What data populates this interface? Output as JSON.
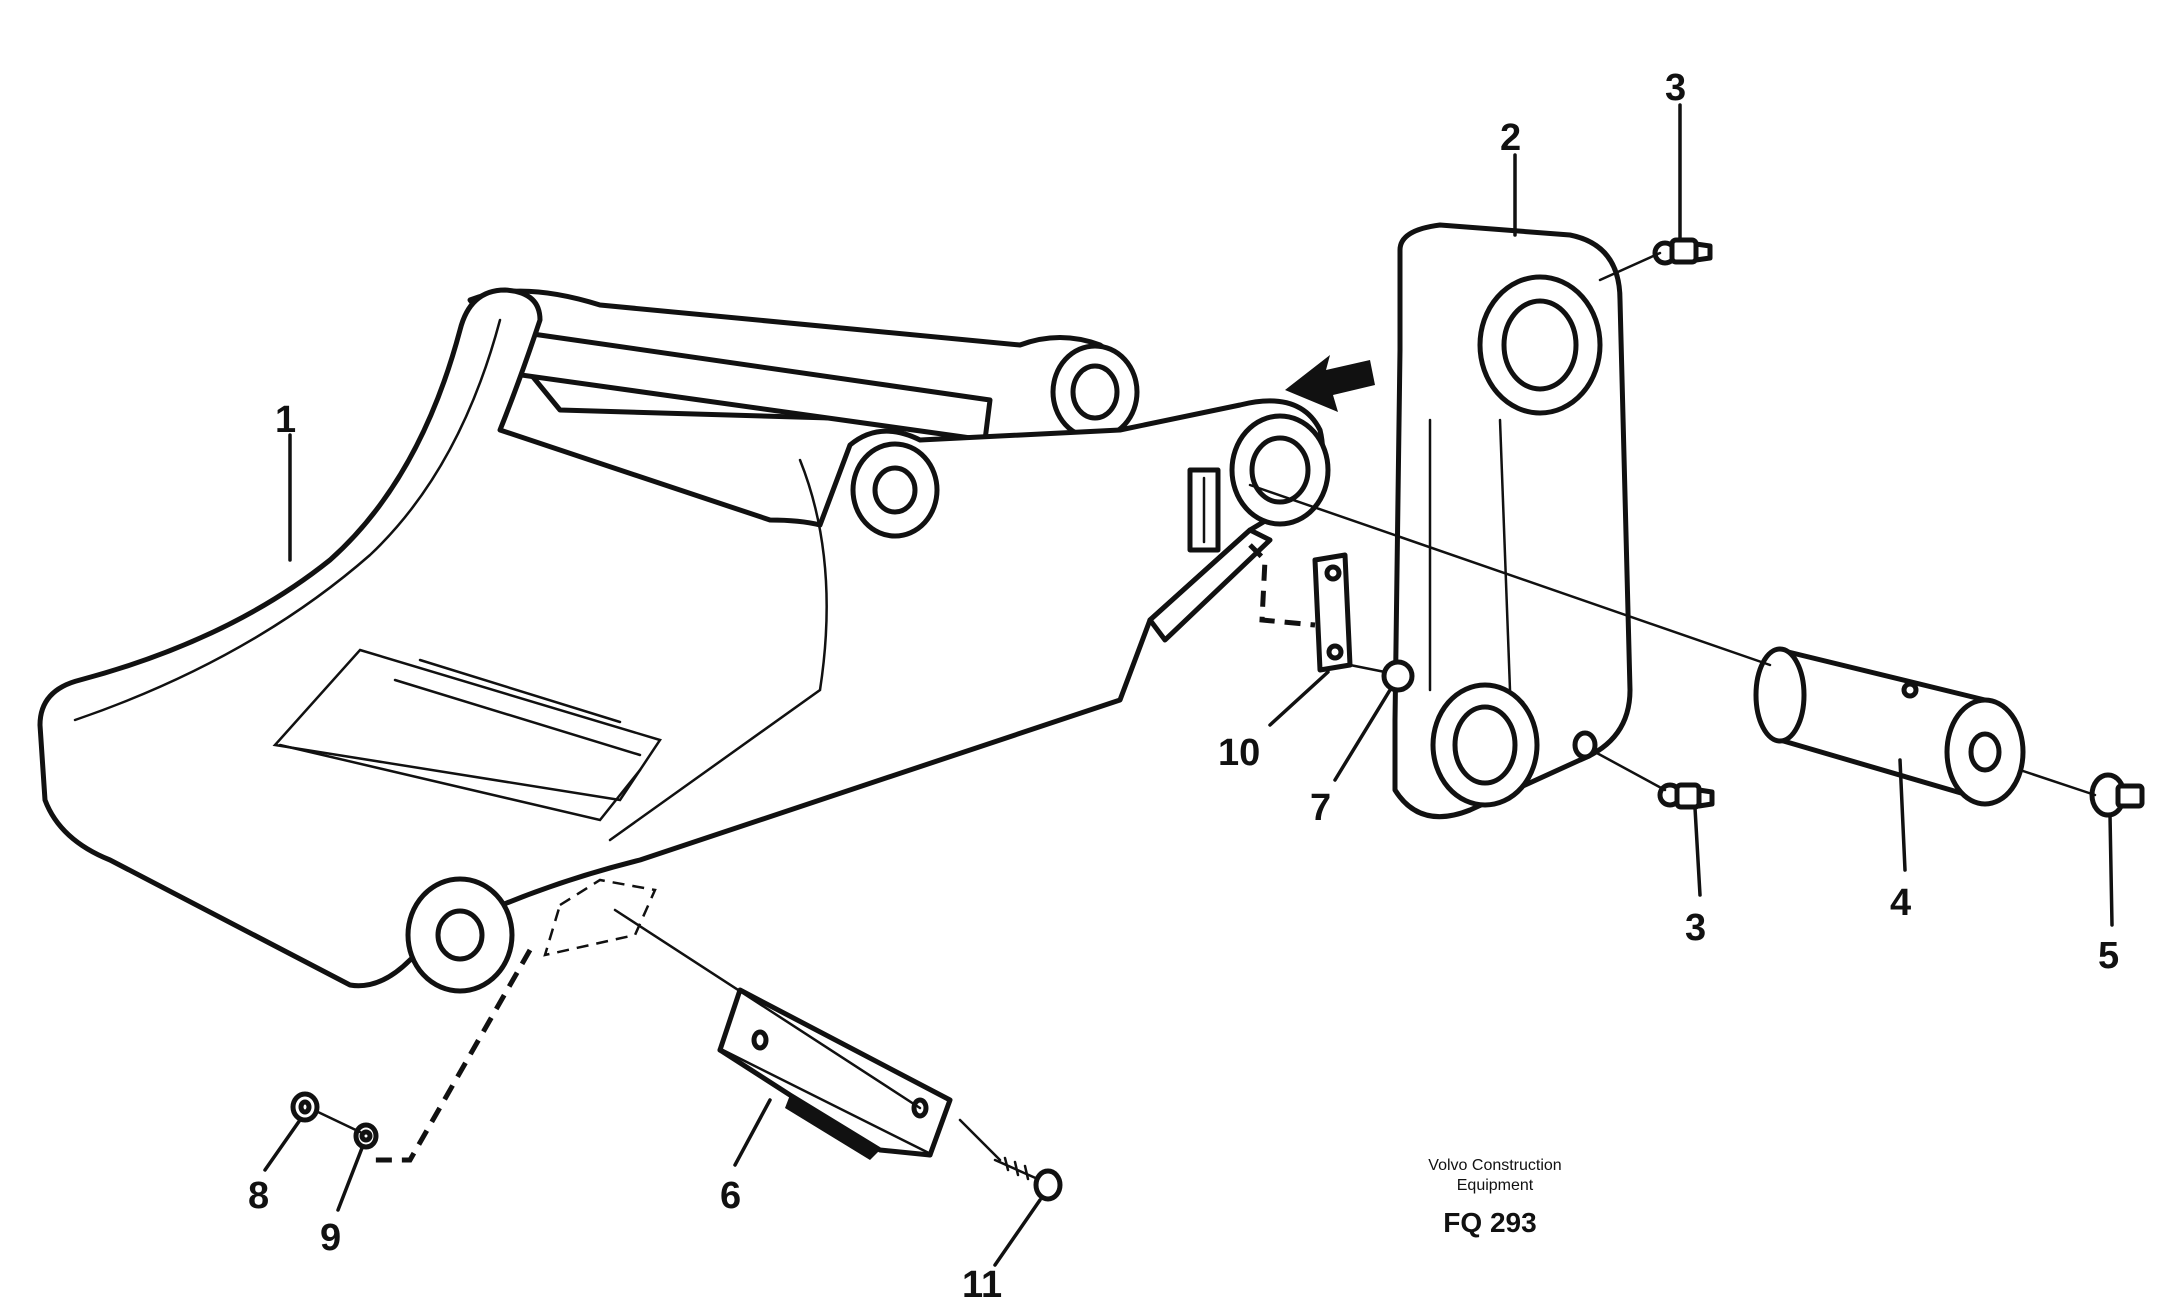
{
  "callouts": {
    "c1": "1",
    "c2": "2",
    "c3a": "3",
    "c3b": "3",
    "c4": "4",
    "c5": "5",
    "c6": "6",
    "c7": "7",
    "c8": "8",
    "c9": "9",
    "c10": "10",
    "c11": "11"
  },
  "footer": {
    "company_line1": "Volvo Construction",
    "company_line2": "Equipment",
    "figure_code": "FQ 293"
  }
}
